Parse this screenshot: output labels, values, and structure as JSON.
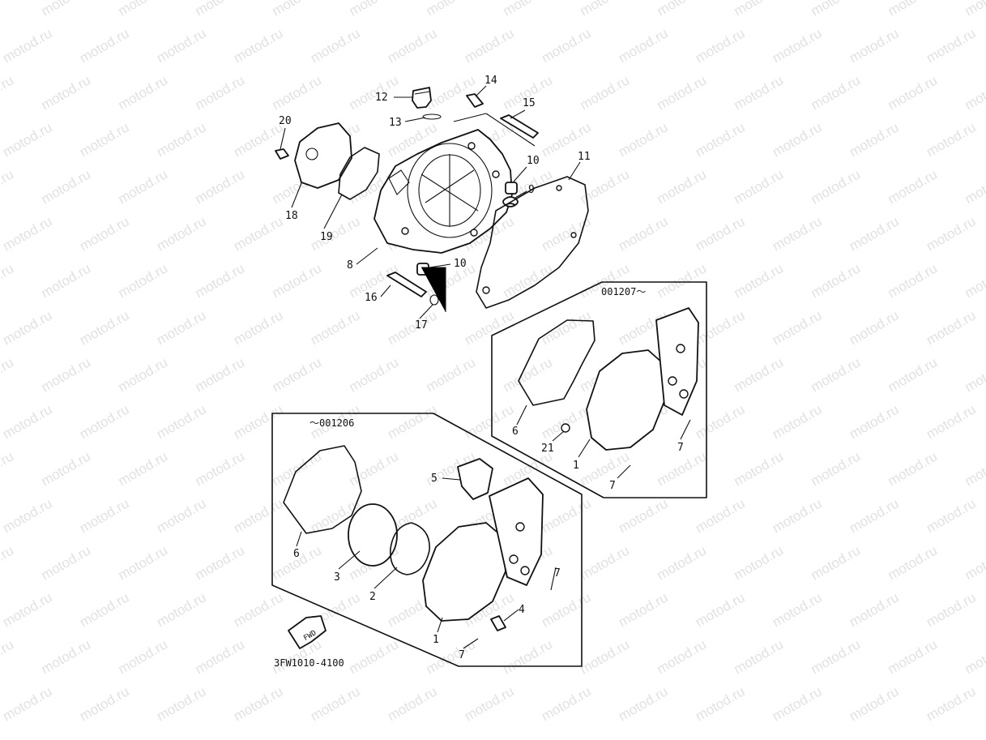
{
  "watermark": "motod.ru",
  "diagram_code": "3FW1010-4100",
  "fwd_label": "FWD",
  "serial_before": "～001206",
  "serial_after": "001207～",
  "callouts": {
    "c1a": "1",
    "c1b": "1",
    "c2": "2",
    "c3": "3",
    "c4": "4",
    "c5": "5",
    "c6a": "6",
    "c6b": "6",
    "c7a": "7",
    "c7b": "7",
    "c7c": "7",
    "c7d": "7",
    "c8": "8",
    "c9": "9",
    "c10a": "10",
    "c10b": "10",
    "c11": "11",
    "c12": "12",
    "c13": "13",
    "c14": "14",
    "c15": "15",
    "c16": "16",
    "c17": "17",
    "c18": "18",
    "c19": "19",
    "c20": "20",
    "c21": "21"
  }
}
